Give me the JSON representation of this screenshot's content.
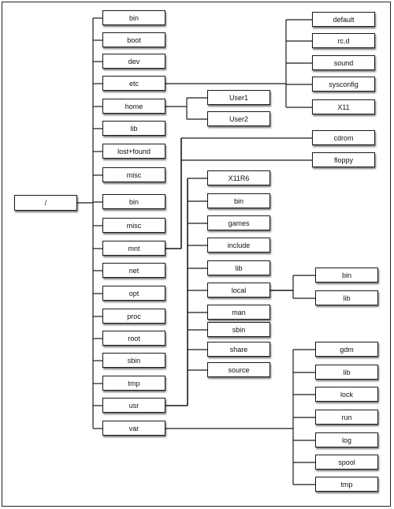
{
  "root": "/",
  "top": [
    "bin",
    "boot",
    "dev",
    "etc",
    "home",
    "lib",
    "lost+found",
    "misc",
    "bin",
    "misc",
    "mnt",
    "net",
    "opt",
    "proc",
    "root",
    "sbin",
    "tmp",
    "usr",
    "var"
  ],
  "etc": [
    "default",
    "rc.d",
    "sound",
    "sysconfig",
    "X11"
  ],
  "home": [
    "User1",
    "User2"
  ],
  "mnt": [
    "cdrom",
    "floppy"
  ],
  "usr": [
    "X11R6",
    "bin",
    "games",
    "include",
    "lib",
    "local",
    "man",
    "sbin",
    "share",
    "source"
  ],
  "local": [
    "bin",
    "lib"
  ],
  "var": [
    "gdm",
    "lib",
    "lock",
    "run",
    "log",
    "spool",
    "tmp"
  ]
}
